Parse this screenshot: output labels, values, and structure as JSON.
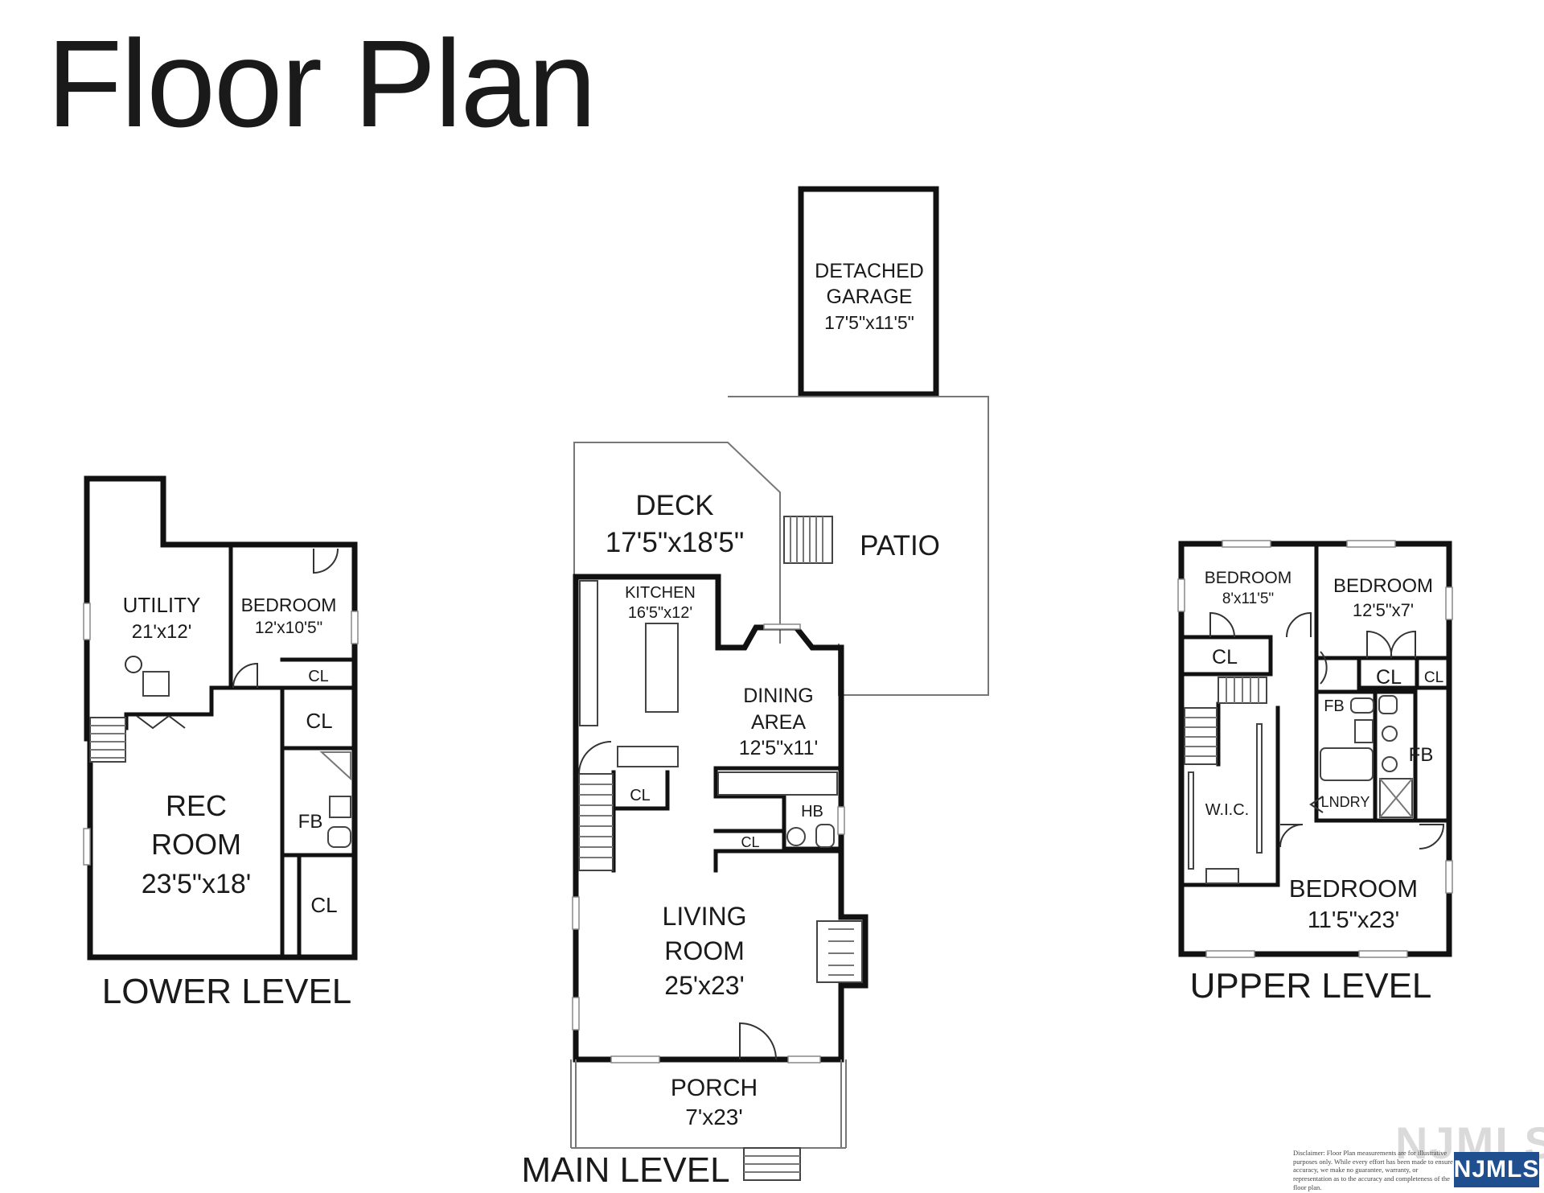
{
  "title": "Floor Plan",
  "lower_level": {
    "label": "LOWER LEVEL",
    "utility": {
      "name": "UTILITY",
      "dim": "21'x12'"
    },
    "bedroom": {
      "name": "BEDROOM",
      "dim": "12'x10'5\""
    },
    "rec_room": {
      "line1": "REC",
      "line2": "ROOM",
      "dim": "23'5\"x18'"
    },
    "closet_labels": [
      "CL",
      "CL",
      "CL"
    ],
    "bath": "FB"
  },
  "main_level": {
    "label": "MAIN LEVEL",
    "garage": {
      "line1": "DETACHED",
      "line2": "GARAGE",
      "dim": "17'5\"x11'5\""
    },
    "deck": {
      "name": "DECK",
      "dim": "17'5\"x18'5\""
    },
    "patio": "PATIO",
    "kitchen": {
      "name": "KITCHEN",
      "dim": "16'5\"x12'"
    },
    "dining": {
      "line1": "DINING",
      "line2": "AREA",
      "dim": "12'5\"x11'"
    },
    "living": {
      "line1": "LIVING",
      "line2": "ROOM",
      "dim": "25'x23'"
    },
    "porch": {
      "name": "PORCH",
      "dim": "7'x23'"
    },
    "closet_labels": [
      "CL",
      "CL"
    ],
    "half_bath": "HB"
  },
  "upper_level": {
    "label": "UPPER LEVEL",
    "bedroom_1": {
      "name": "BEDROOM",
      "dim": "8'x11'5\""
    },
    "bedroom_2": {
      "name": "BEDROOM",
      "dim": "12'5\"x7'"
    },
    "bedroom_3": {
      "name": "BEDROOM",
      "dim": "11'5\"x23'"
    },
    "wic": "W.I.C.",
    "laundry": "LNDRY",
    "closet_labels": [
      "CL",
      "CL",
      "CL"
    ],
    "baths": [
      "FB",
      "FB"
    ]
  },
  "watermark": "NJMLS",
  "mls_badge": "NJMLS",
  "disclaimer": "Disclaimer: Floor Plan measurements are for illustrative purposes only. While every effort has been made to ensure accuracy, we make no guarantee, warranty, or representation as to the accuracy and completeness of the floor plan."
}
